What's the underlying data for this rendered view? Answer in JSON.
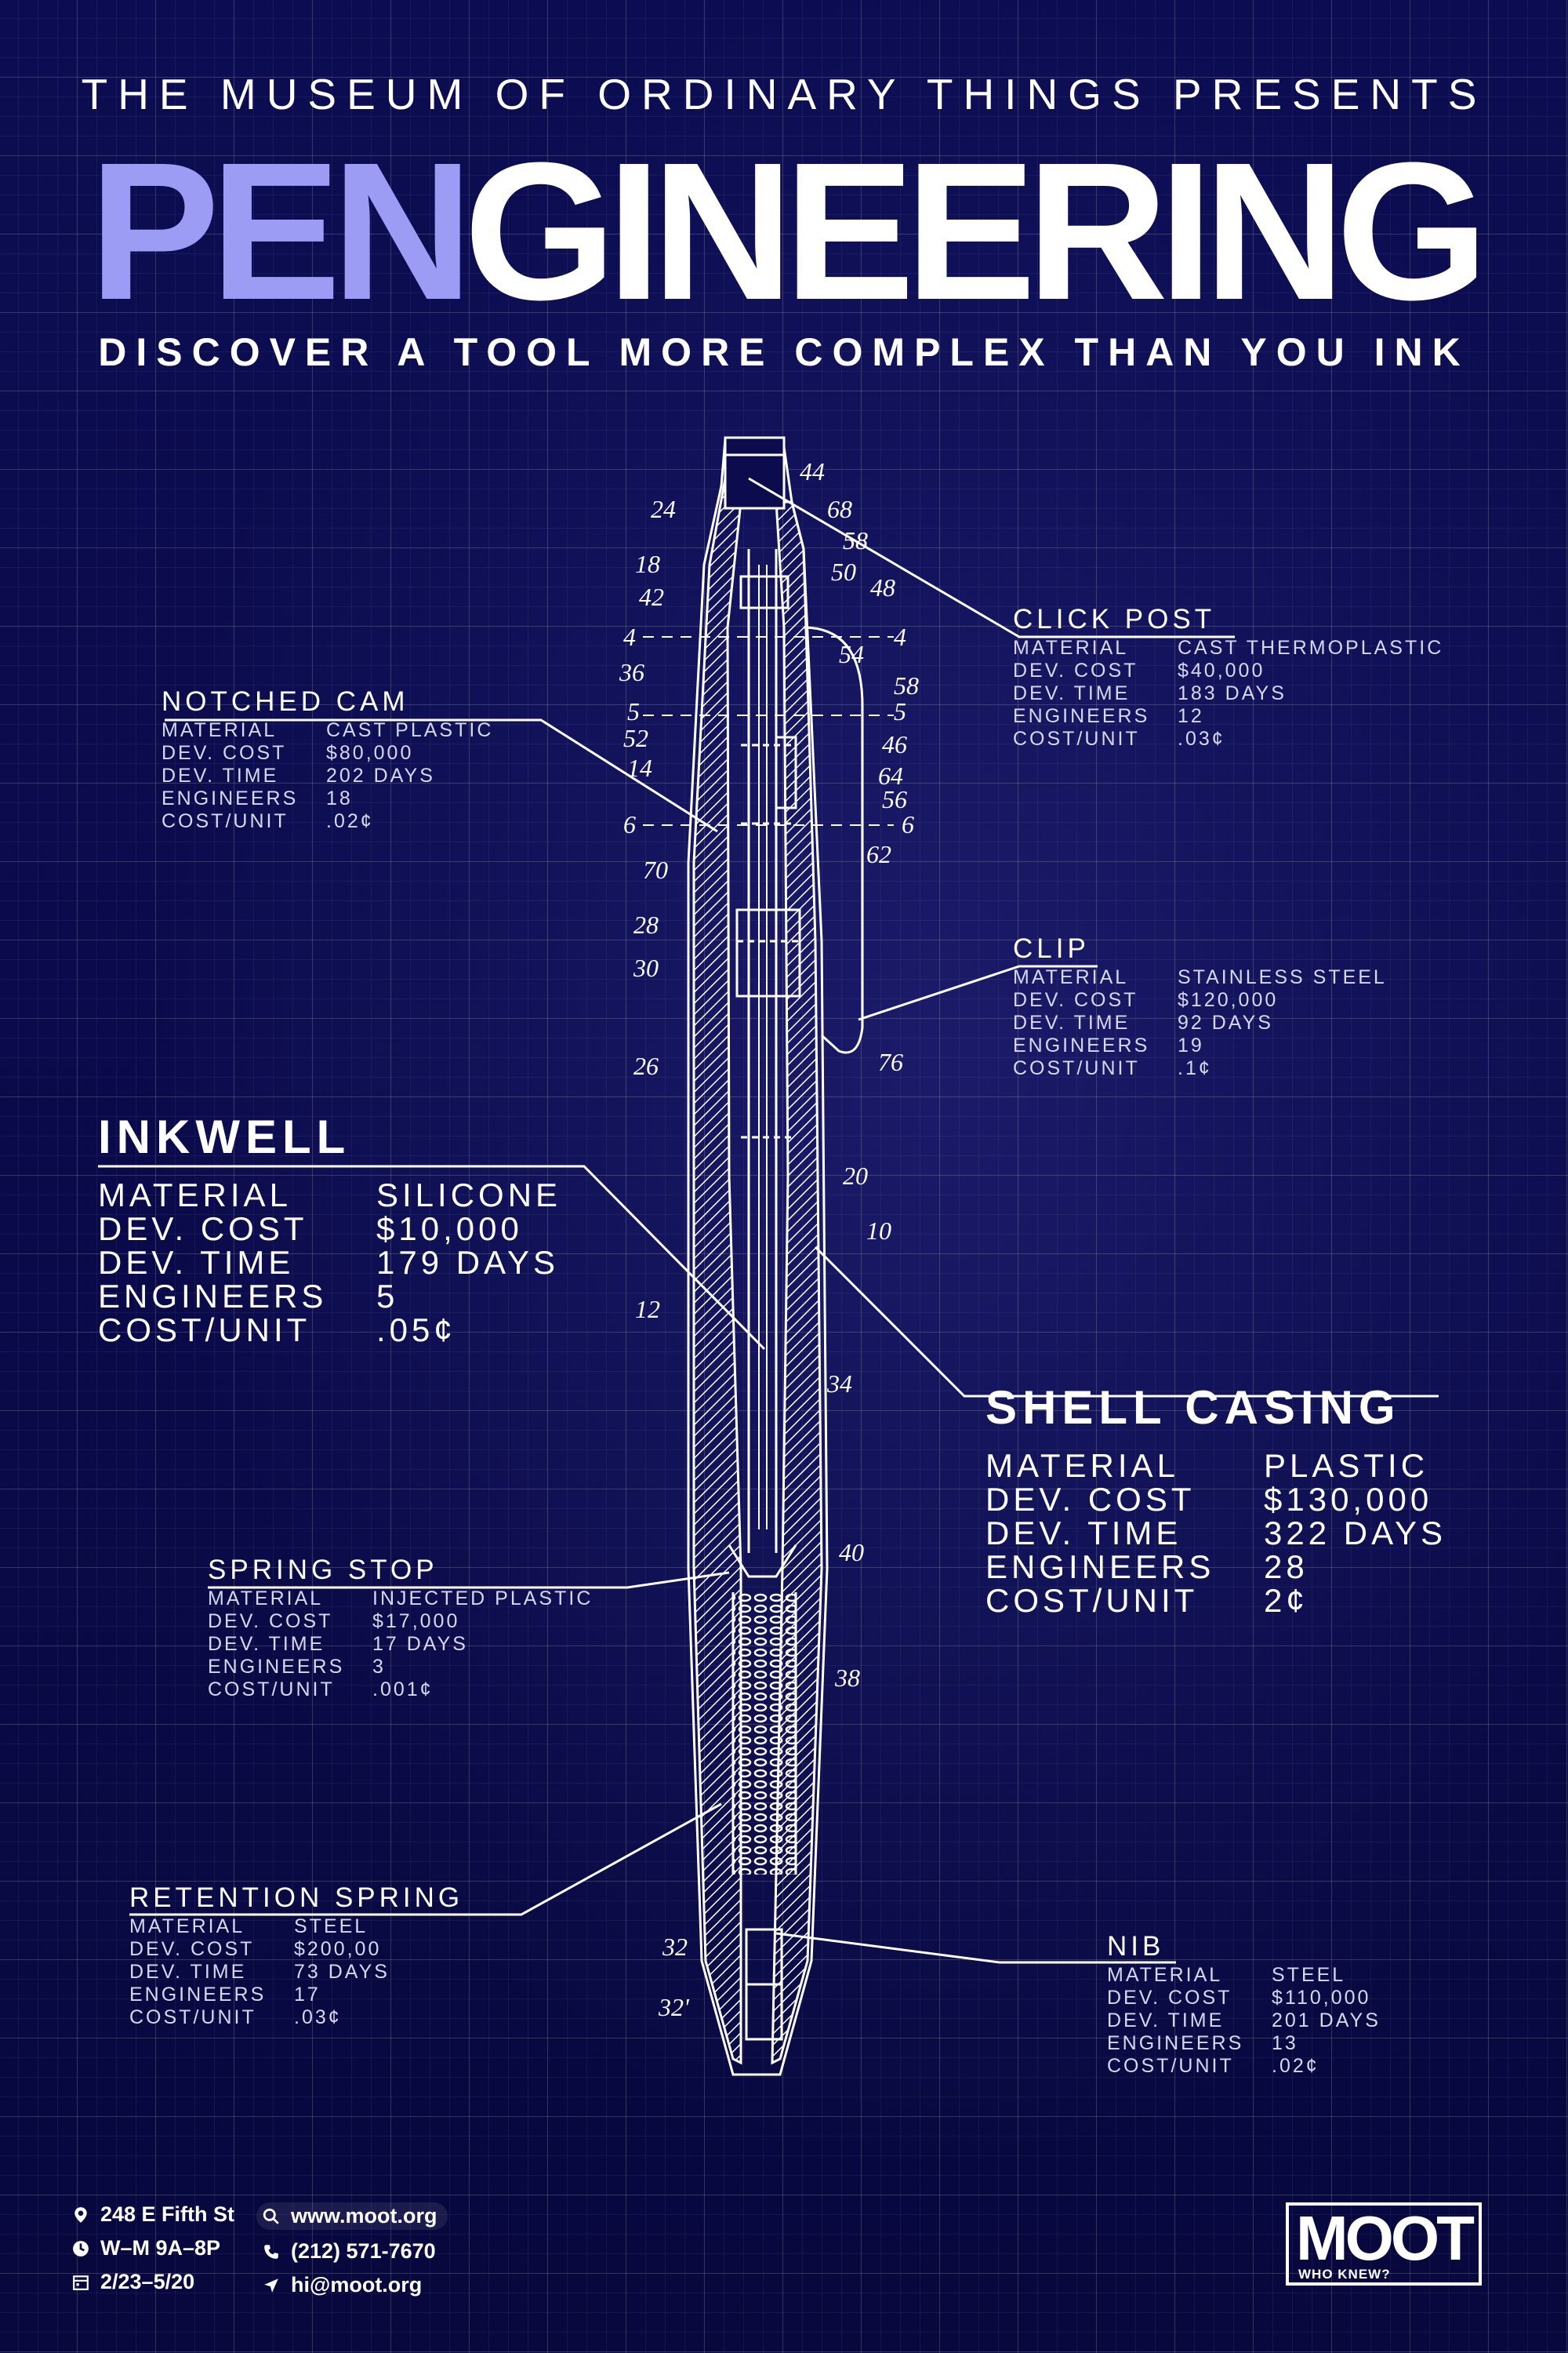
{
  "header": {
    "presenter": "THE MUSEUM OF ORDINARY THINGS PRESENTS",
    "title_highlight": "PEN",
    "title_rest": "GINEERING",
    "tagline": "DISCOVER A TOOL MORE COMPLEX THAN YOU INK"
  },
  "spec_keys": {
    "material": "MATERIAL",
    "dev_cost": "DEV. COST",
    "dev_time": "DEV. TIME",
    "engineers": "ENGINEERS",
    "cost_unit": "COST/UNIT"
  },
  "parts": {
    "click_post": {
      "name": "CLICK POST",
      "material": "CAST THERMOPLASTIC",
      "dev_cost": "$40,000",
      "dev_time": "183 DAYS",
      "engineers": "12",
      "cost_unit": ".03¢"
    },
    "notched_cam": {
      "name": "NOTCHED CAM",
      "material": "CAST PLASTIC",
      "dev_cost": "$80,000",
      "dev_time": "202 DAYS",
      "engineers": "18",
      "cost_unit": ".02¢"
    },
    "clip": {
      "name": "CLIP",
      "material": "STAINLESS STEEL",
      "dev_cost": "$120,000",
      "dev_time": "92 DAYS",
      "engineers": "19",
      "cost_unit": ".1¢"
    },
    "inkwell": {
      "name": "INKWELL",
      "material": "SILICONE",
      "dev_cost": "$10,000",
      "dev_time": "179 DAYS",
      "engineers": "5",
      "cost_unit": ".05¢"
    },
    "shell_casing": {
      "name": "SHELL CASING",
      "material": "PLASTIC",
      "dev_cost": "$130,000",
      "dev_time": "322 DAYS",
      "engineers": "28",
      "cost_unit": "2¢"
    },
    "spring_stop": {
      "name": "SPRING STOP",
      "material": "INJECTED PLASTIC",
      "dev_cost": "$17,000",
      "dev_time": "17 DAYS",
      "engineers": "3",
      "cost_unit": ".001¢"
    },
    "retention_spring": {
      "name": "RETENTION SPRING",
      "material": "STEEL",
      "dev_cost": "$200,00",
      "dev_time": "73 DAYS",
      "engineers": "17",
      "cost_unit": ".03¢"
    },
    "nib": {
      "name": "NIB",
      "material": "STEEL",
      "dev_cost": "$110,000",
      "dev_time": "201 DAYS",
      "engineers": "13",
      "cost_unit": ".02¢"
    }
  },
  "ref_numbers": [
    "44",
    "24",
    "68",
    "58",
    "18",
    "50",
    "48",
    "42",
    "4",
    "4",
    "54",
    "36",
    "58",
    "5",
    "5",
    "52",
    "46",
    "14",
    "64",
    "56",
    "6",
    "6",
    "62",
    "70",
    "28",
    "30",
    "26",
    "76",
    "20",
    "10",
    "12",
    "34",
    "40",
    "38",
    "32",
    "32'"
  ],
  "footer": {
    "address": "248 E Fifth St",
    "hours": "W–M 9A–8P",
    "dates": "2/23–5/20",
    "website": "www.moot.org",
    "phone": "(212) 571-7670",
    "email": "hi@moot.org",
    "icons": [
      "location-pin-icon",
      "clock-icon",
      "calendar-icon",
      "search-icon",
      "phone-icon",
      "send-icon"
    ]
  },
  "logo": {
    "mark": "MOOT",
    "sub": "WHO KNEW?"
  },
  "colors": {
    "background": "#0b0b4e",
    "accent": "#9c9cf5",
    "ink": "#ffffff"
  }
}
